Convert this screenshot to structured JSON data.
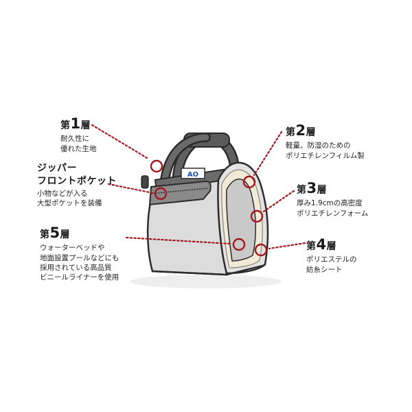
{
  "layers": [
    {
      "prefix": "第",
      "number": "1",
      "suffix": "層",
      "description": "耐久性に\n優れた生地"
    },
    {
      "prefix": "第",
      "number": "2",
      "suffix": "層",
      "description": "軽量。防湿のための\nポリエチレンフィルム製"
    },
    {
      "prefix": "第",
      "number": "3",
      "suffix": "層",
      "description": "厚み1.9cmの高密度\nポリエチレンフォーム"
    },
    {
      "prefix": "第",
      "number": "4",
      "suffix": "層",
      "description": "ポリエステルの\n紡糸シート"
    },
    {
      "prefix": "第",
      "number": "5",
      "suffix": "層",
      "description": "ウォーターベッドや\n地面設置プールなどにも\n採用されている高品質\nビニールライナーを使用"
    }
  ],
  "pocket": {
    "title_line1": "ジッパー",
    "title_line2": "フロントポケット",
    "description": "小物などが入る\n大型ポケットを装備"
  },
  "logo_text": "AO",
  "colors": {
    "accent": "#a3171f",
    "text": "#1a1a1a",
    "bag_body": "#dcdcdc",
    "bag_outline": "#2b2b2b",
    "strap": "#5e5e5e",
    "liner": "#c9c9c9",
    "foam": "#f1ead6"
  }
}
